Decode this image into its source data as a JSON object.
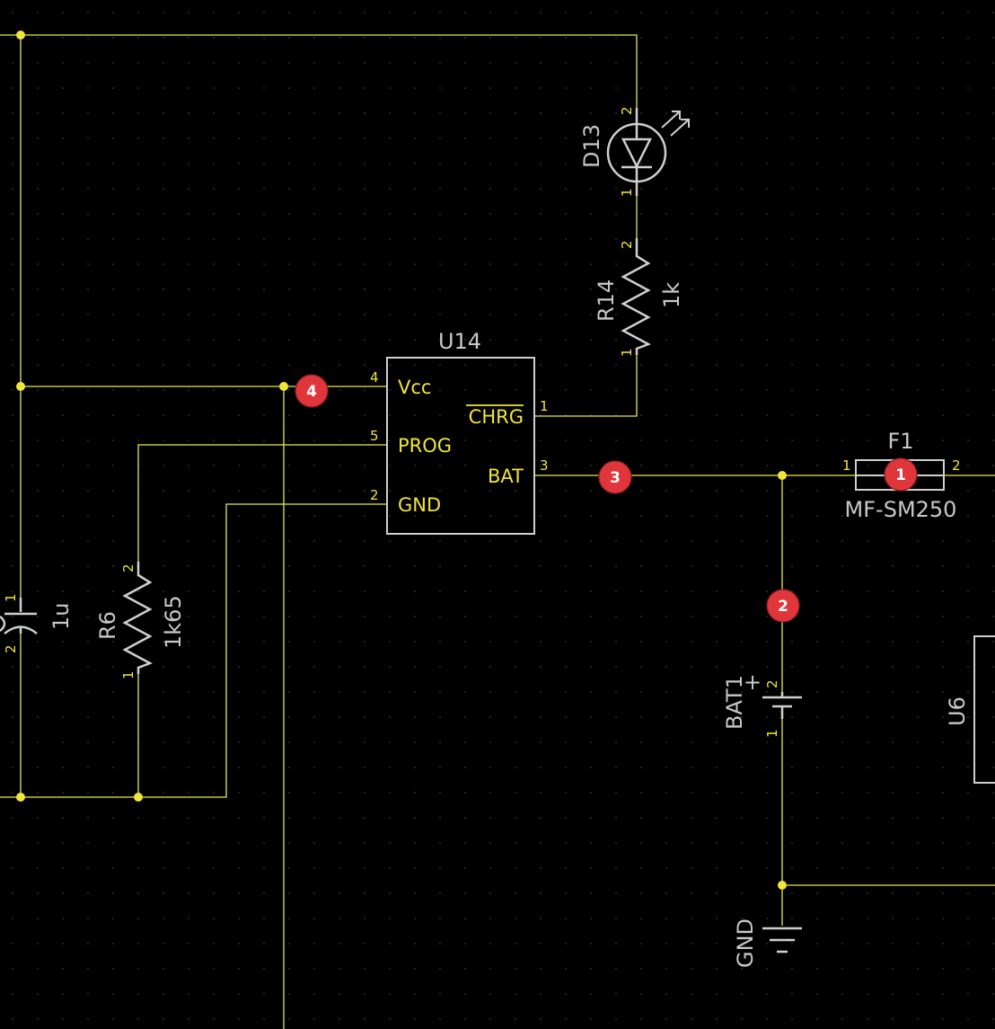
{
  "components": {
    "U14": {
      "ref": "U14",
      "pins": {
        "vcc": {
          "name": "Vcc",
          "num": "4"
        },
        "prog": {
          "name": "PROG",
          "num": "5"
        },
        "gnd": {
          "name": "GND",
          "num": "2"
        },
        "chrg": {
          "name": "CHRG",
          "num": "1"
        },
        "bat": {
          "name": "BAT",
          "num": "3"
        }
      }
    },
    "D13": {
      "ref": "D13",
      "pin_a": "2",
      "pin_b": "1"
    },
    "R14": {
      "ref": "R14",
      "value": "1k",
      "pin_a": "2",
      "pin_b": "1"
    },
    "R6": {
      "ref": "R6",
      "value": "1k65",
      "pin_a": "2",
      "pin_b": "1"
    },
    "C": {
      "value": "1u",
      "pin_a": "1",
      "pin_b": "2"
    },
    "F1": {
      "ref": "F1",
      "value": "MF-SM250",
      "pin_a": "1",
      "pin_b": "2"
    },
    "BAT1": {
      "ref": "BAT1",
      "pin_plus": "2",
      "pin_minus": "1",
      "plus_sign": "+"
    },
    "U6": {
      "ref": "U6"
    },
    "GND": {
      "label": "GND"
    }
  },
  "markers": [
    "1",
    "2",
    "3",
    "4"
  ],
  "colors": {
    "wire": "#e8e84a",
    "symbol": "#cfcfcf",
    "pin": "#f0e53a",
    "marker": "#e0353a",
    "background": "#000000"
  }
}
